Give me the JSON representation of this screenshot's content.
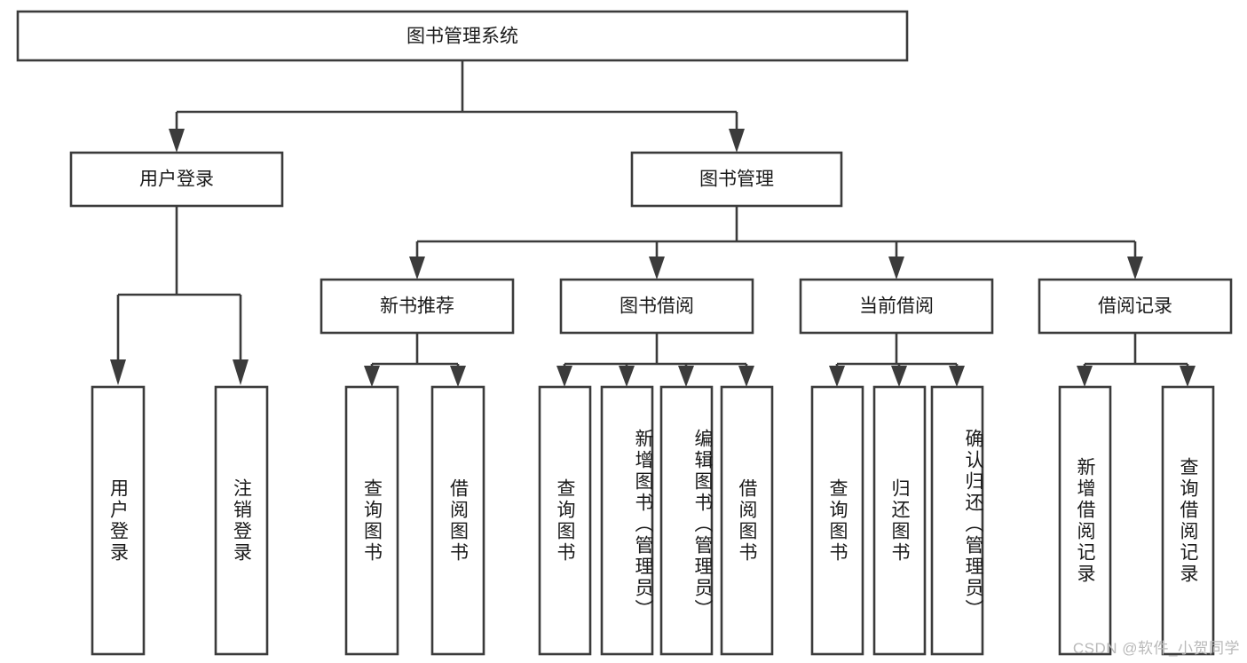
{
  "diagram": {
    "title": "图书管理系统",
    "type": "hierarchy-tree",
    "root": {
      "label": "图书管理系统"
    },
    "level2": [
      {
        "label": "用户登录"
      },
      {
        "label": "图书管理"
      }
    ],
    "level3": [
      {
        "label": "新书推荐"
      },
      {
        "label": "图书借阅"
      },
      {
        "label": "当前借阅"
      },
      {
        "label": "借阅记录"
      }
    ],
    "leaves": {
      "user_login": [
        {
          "label": "用户登录"
        },
        {
          "label": "注销登录"
        }
      ],
      "new_book_recommend": [
        {
          "label": "查询图书"
        },
        {
          "label": "借阅图书"
        }
      ],
      "book_borrow": [
        {
          "label": "查询图书"
        },
        {
          "label": "新增图书（管理员）"
        },
        {
          "label": "编辑图书（管理员）"
        },
        {
          "label": "借阅图书"
        }
      ],
      "current_borrow": [
        {
          "label": "查询图书"
        },
        {
          "label": "归还图书"
        },
        {
          "label": "确认归还（管理员）"
        }
      ],
      "borrow_records": [
        {
          "label": "新增借阅记录"
        },
        {
          "label": "查询借阅记录"
        }
      ]
    }
  },
  "watermark": {
    "text": "CSDN @软件_小贺同学"
  },
  "colors": {
    "stroke": "#3b3b3b",
    "box_fill": "#ffffff",
    "text": "#1a1a1a",
    "watermark": "#b9b9b9",
    "background": "#ffffff"
  }
}
